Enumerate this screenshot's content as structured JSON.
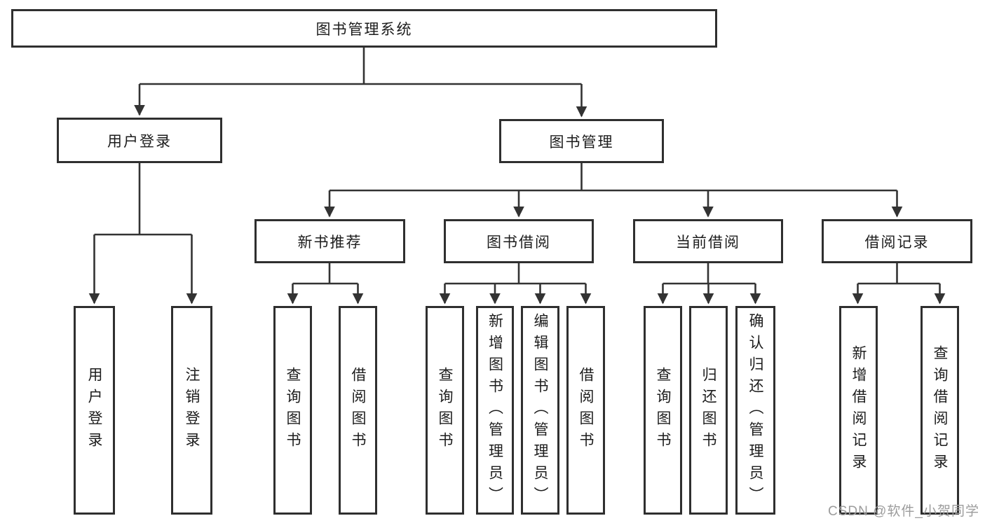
{
  "diagram": {
    "root": "图书管理系统",
    "level2": {
      "user_login": "用户登录",
      "book_management": "图书管理"
    },
    "user_login_children": [
      "用户登录",
      "注销登录"
    ],
    "book_management_children": {
      "new_book_recommendation": {
        "label": "新书推荐",
        "children": [
          "查询图书",
          "借阅图书"
        ]
      },
      "book_borrowing": {
        "label": "图书借阅",
        "children": [
          "查询图书",
          "新增图书（管理员）",
          "编辑图书（管理员）",
          "借阅图书"
        ]
      },
      "current_borrowing": {
        "label": "当前借阅",
        "children": [
          "查询图书",
          "归还图书",
          "确认归还（管理员）"
        ]
      },
      "borrowing_records": {
        "label": "借阅记录",
        "children": [
          "新增借阅记录",
          "查询借阅记录"
        ]
      }
    }
  },
  "watermark": {
    "text": "CSDN @软件_小贺同学"
  },
  "colors": {
    "line": "#333333",
    "box_border": "#2f2f2f",
    "text": "#1c1c1c",
    "background": "#ffffff",
    "watermark": "#9c9c9c"
  }
}
